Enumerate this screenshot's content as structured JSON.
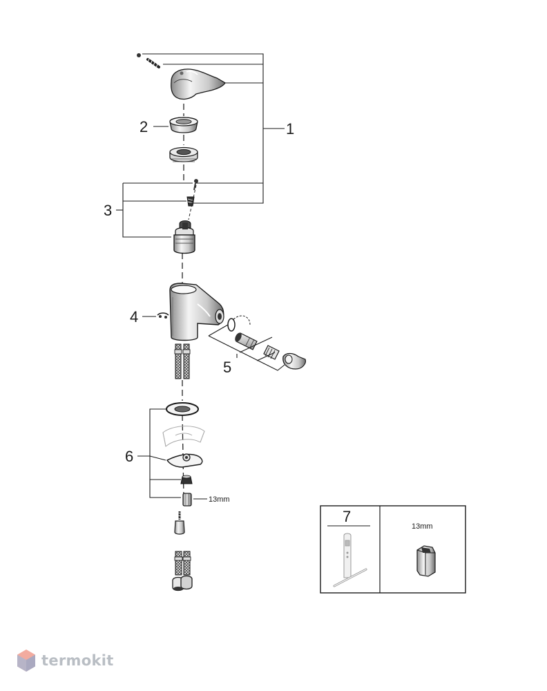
{
  "callouts": {
    "c1": "1",
    "c2": "2",
    "c3": "3",
    "c4": "4",
    "c5": "5",
    "c6": "6"
  },
  "wrench_label": "13mm",
  "tool_box": {
    "number": "7",
    "size_label": "13mm"
  },
  "watermark": {
    "text": "termokit"
  }
}
